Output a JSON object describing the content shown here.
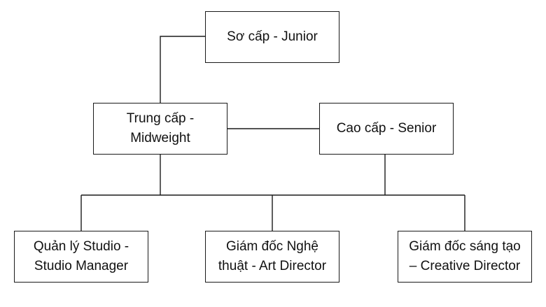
{
  "nodes": {
    "junior": "Sơ cấp - Junior",
    "midweight": "Trung cấp -\nMidweight",
    "senior": "Cao cấp - Senior",
    "studio_manager": "Quản lý Studio -\nStudio Manager",
    "art_director": "Giám đốc Nghệ\nthuật - Art Director",
    "creative_director": "Giám đốc sáng tạo\n– Creative Director"
  },
  "colors": {
    "line": "#1a1a1a",
    "box_border": "#1a1a1a",
    "background": "#ffffff"
  }
}
